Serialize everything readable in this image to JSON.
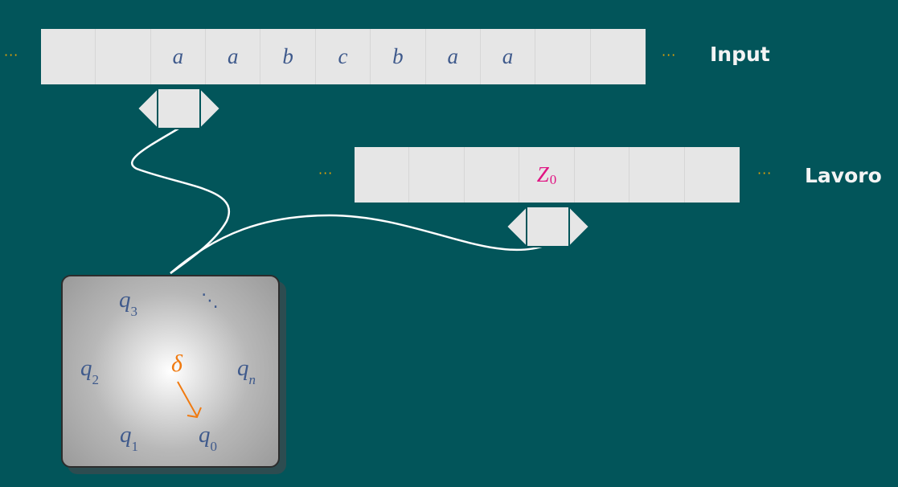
{
  "input_tape": {
    "dots_left": "···",
    "cells": [
      "",
      "",
      "a",
      "a",
      "b",
      "c",
      "b",
      "a",
      "a",
      "",
      ""
    ],
    "dots_right": "···",
    "label": "Input"
  },
  "work_tape": {
    "dots_left": "···",
    "cells": [
      "",
      "",
      "",
      "Z",
      "",
      "",
      ""
    ],
    "symbol_subscript": "0",
    "dots_right": "···",
    "label": "Lavoro"
  },
  "control": {
    "states": [
      {
        "base": "q",
        "sub": "3"
      },
      {
        "base": "q",
        "sub": "2"
      },
      {
        "base": "q",
        "sub": "n"
      },
      {
        "base": "q",
        "sub": "1"
      },
      {
        "base": "q",
        "sub": "0"
      }
    ],
    "ellipsis": "⋱",
    "transition": "δ"
  },
  "colors": {
    "background": "#02555a",
    "tape": "#e6e6e6",
    "dots": "#f0a500",
    "state_text": "#3f5a8c",
    "stack_symbol": "#e01583",
    "transition": "#f07a10",
    "wire": "#ffffff"
  },
  "icons": [
    "double-arrow-head-icon",
    "double-arrow-head-icon"
  ]
}
